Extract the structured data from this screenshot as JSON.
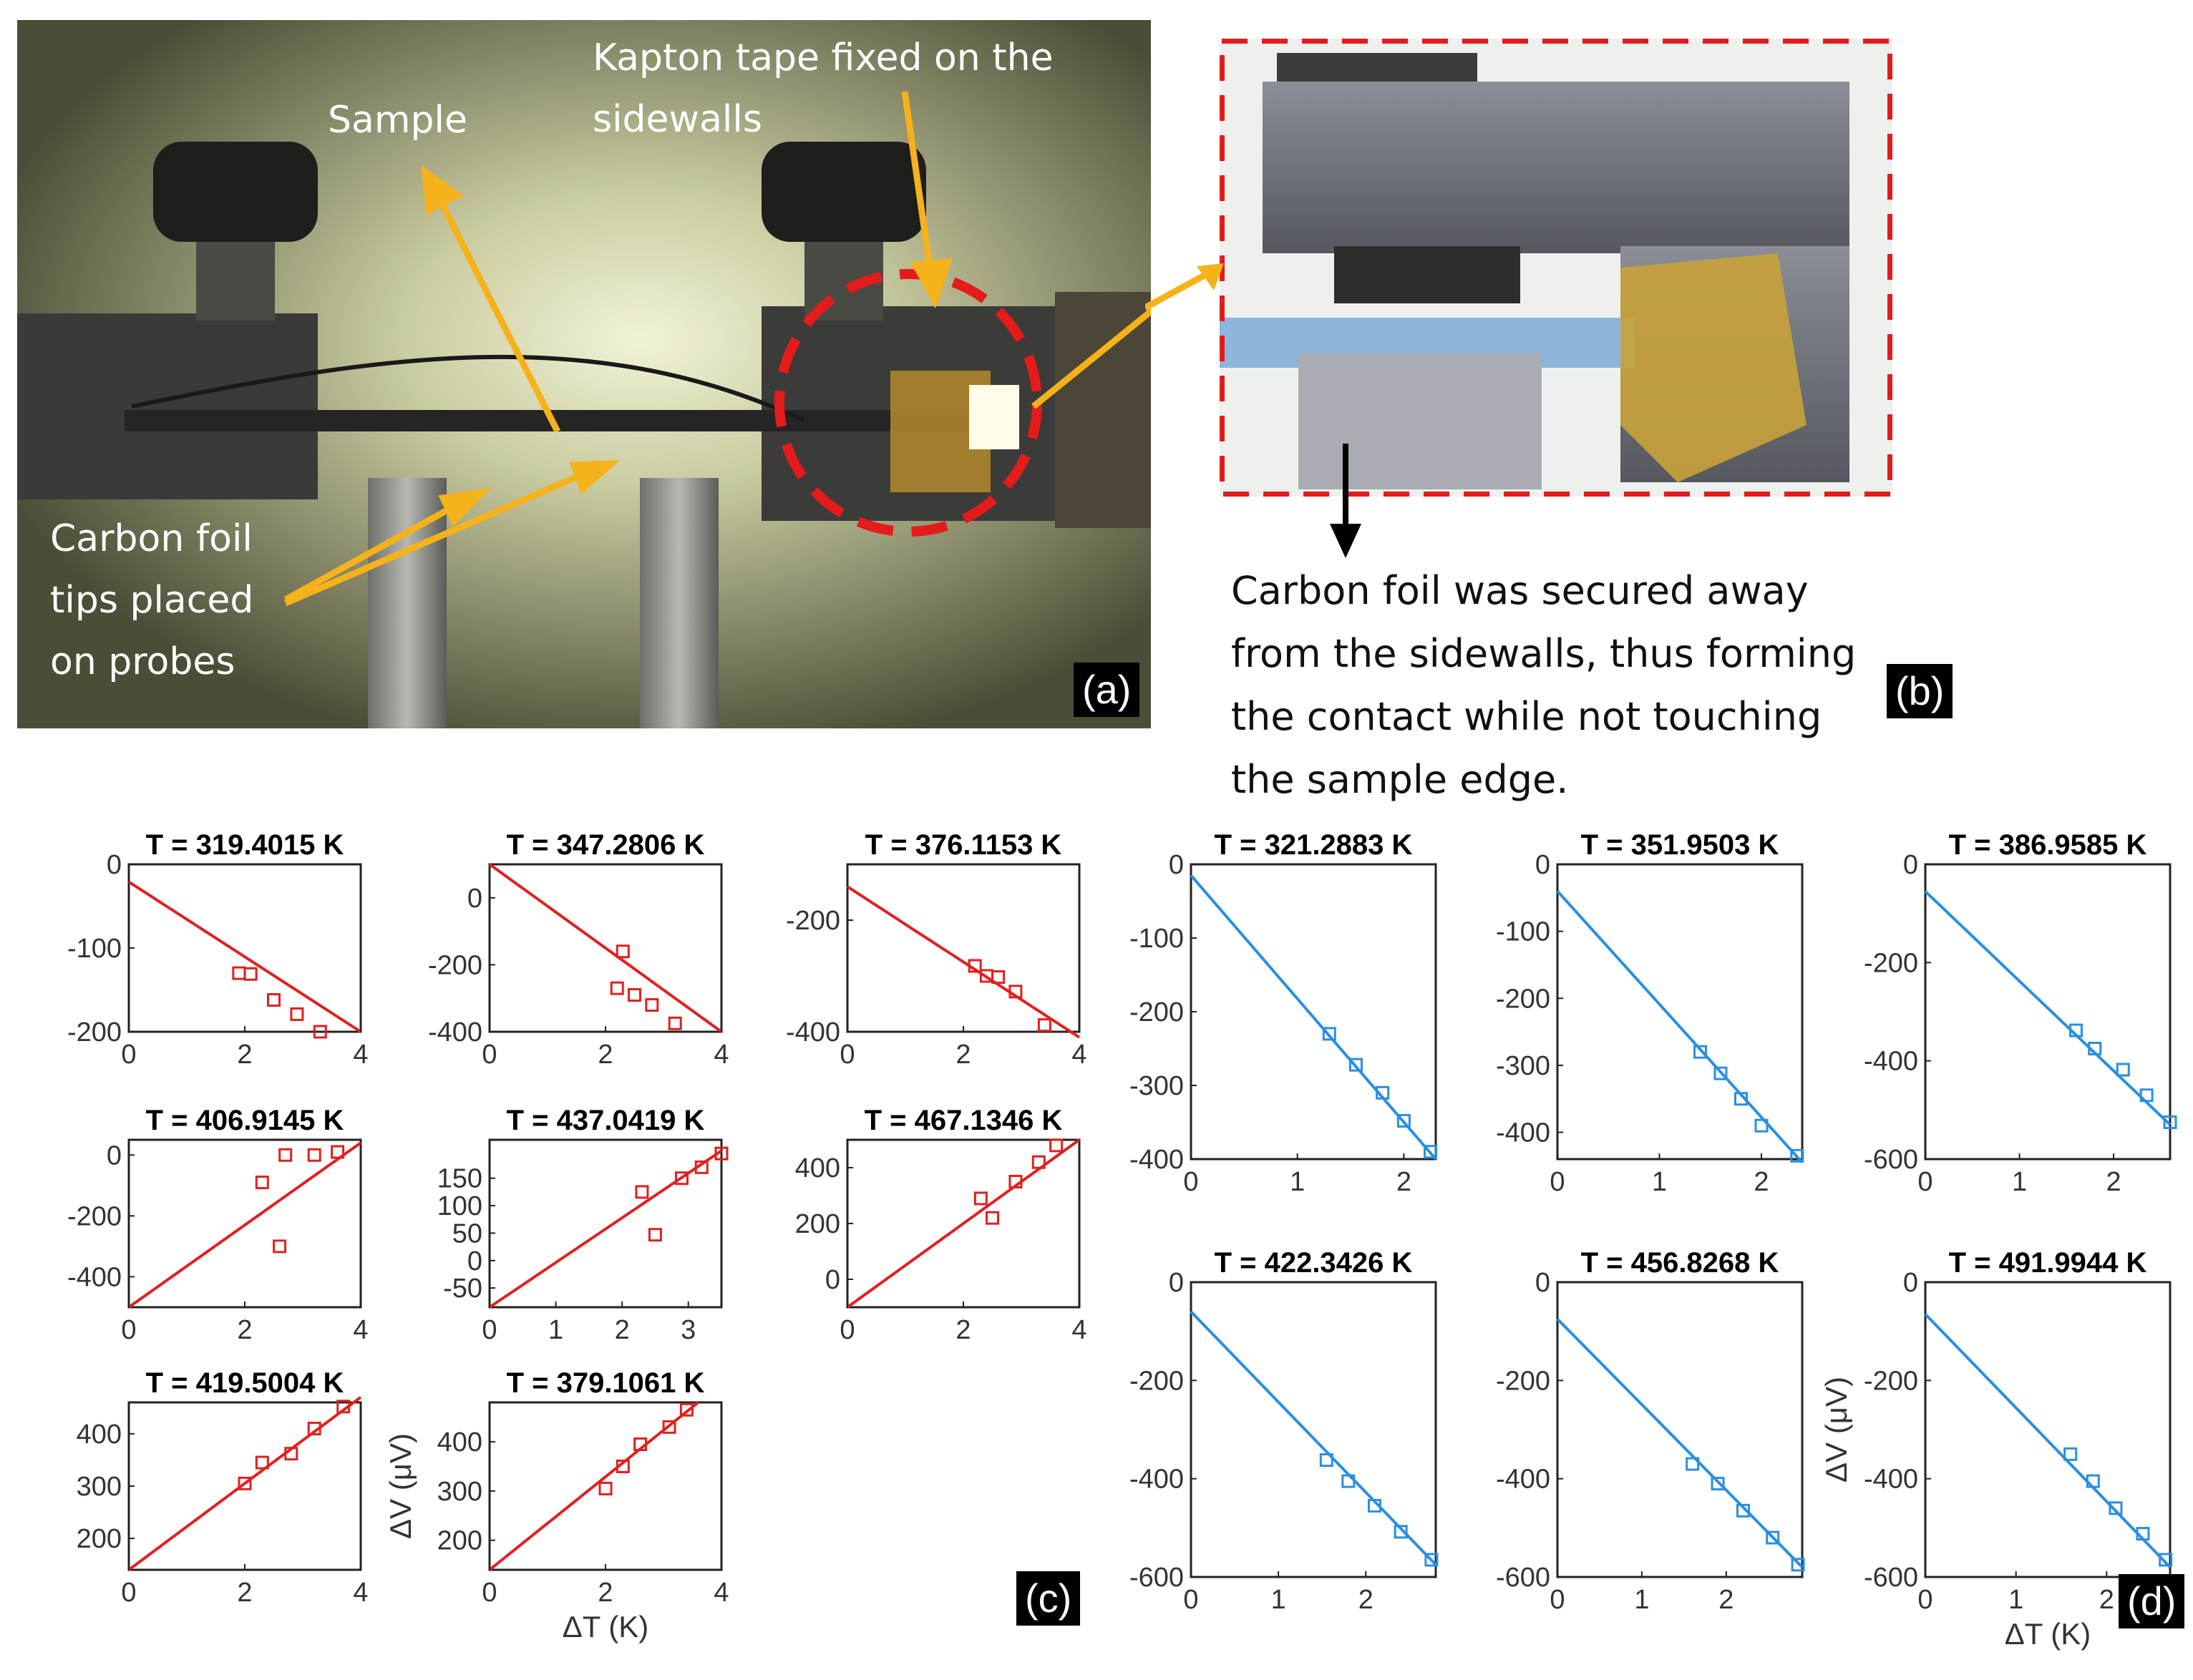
{
  "photo_a": {
    "annotations": {
      "sample": "Sample",
      "kapton": "Kapton tape fixed on the\nsidewalls",
      "carbon": "Carbon foil\ntips placed\non probes"
    },
    "label": "(a)"
  },
  "photo_b": {
    "caption": "Carbon foil was secured away\nfrom the sidewalls, thus forming\nthe contact while not touching\nthe sample edge.",
    "label": "(b)"
  },
  "labels": {
    "c": "(c)",
    "d": "(d)"
  },
  "colors": {
    "red": "#e02020",
    "blue": "#2a8fe0",
    "arrow": "#f5b21a",
    "dash": "#e41b1b"
  },
  "chart_data": [
    {
      "type": "scatter",
      "title": "T = 319.4015 K",
      "color": "red",
      "xlim": [
        0,
        4
      ],
      "ylim": [
        -200,
        0
      ],
      "xticks": [
        "0",
        "2",
        "4"
      ],
      "yticks": [
        "0",
        "-100",
        "-200"
      ],
      "ytickvals": [
        0,
        -100,
        -200
      ],
      "x": [
        1.9,
        2.1,
        2.5,
        2.9,
        3.3
      ],
      "y": [
        -130,
        -131,
        -162,
        -179,
        -200
      ],
      "fit": [
        [
          0,
          -21
        ],
        [
          4,
          -200
        ]
      ]
    },
    {
      "type": "scatter",
      "title": "T = 347.2806 K",
      "color": "red",
      "xlim": [
        0,
        4
      ],
      "ylim": [
        -400,
        100
      ],
      "xticks": [
        "0",
        "2",
        "4"
      ],
      "yticks": [
        "0",
        "-200",
        "-400"
      ],
      "ytickvals": [
        0,
        -200,
        -400
      ],
      "x": [
        2.2,
        2.3,
        2.5,
        2.8,
        3.2
      ],
      "y": [
        -270,
        -160,
        -290,
        -320,
        -375
      ],
      "fit": [
        [
          0,
          100
        ],
        [
          4,
          -400
        ]
      ]
    },
    {
      "type": "scatter",
      "title": "T = 376.1153 K",
      "color": "red",
      "xlim": [
        0,
        4
      ],
      "ylim": [
        -400,
        -100
      ],
      "xticks": [
        "0",
        "2",
        "4"
      ],
      "yticks": [
        "-200",
        "-400"
      ],
      "ytickvals": [
        -200,
        -400
      ],
      "x": [
        2.2,
        2.4,
        2.6,
        2.9,
        3.4
      ],
      "y": [
        -282,
        -300,
        -302,
        -328,
        -388
      ],
      "fit": [
        [
          0,
          -140
        ],
        [
          4,
          -410
        ]
      ]
    },
    {
      "type": "scatter",
      "title": "T = 406.9145 K",
      "color": "red",
      "xlim": [
        0,
        4
      ],
      "ylim": [
        -500,
        50
      ],
      "xticks": [
        "0",
        "2",
        "4"
      ],
      "yticks": [
        "0",
        "-200",
        "-400"
      ],
      "ytickvals": [
        0,
        -200,
        -400
      ],
      "x": [
        2.3,
        2.7,
        2.6,
        3.2,
        3.6
      ],
      "y": [
        -90,
        0,
        -300,
        0,
        10
      ],
      "fit": [
        [
          0,
          -500
        ],
        [
          4,
          40
        ]
      ]
    },
    {
      "type": "scatter",
      "title": "T = 437.0419 K",
      "color": "red",
      "xlim": [
        0,
        3.5
      ],
      "ylim": [
        -85,
        220
      ],
      "xticks": [
        "0",
        "1",
        "2",
        "3"
      ],
      "yticks": [
        "150",
        "100",
        "50",
        "0",
        "-50"
      ],
      "ytickvals": [
        150,
        100,
        50,
        0,
        -50
      ],
      "xtickvals": [
        0,
        1,
        2,
        3
      ],
      "x": [
        2.3,
        2.5,
        2.9,
        3.2,
        3.5
      ],
      "y": [
        125,
        47,
        150,
        170,
        195
      ],
      "fit": [
        [
          0,
          -85
        ],
        [
          3.5,
          200
        ]
      ]
    },
    {
      "type": "scatter",
      "title": "T = 467.1346 K",
      "color": "red",
      "xlim": [
        0,
        4
      ],
      "ylim": [
        -100,
        500
      ],
      "xticks": [
        "0",
        "2",
        "4"
      ],
      "yticks": [
        "400",
        "200",
        "0"
      ],
      "ytickvals": [
        400,
        200,
        0
      ],
      "x": [
        2.3,
        2.5,
        2.9,
        3.3,
        3.6
      ],
      "y": [
        290,
        220,
        350,
        420,
        480
      ],
      "fit": [
        [
          0,
          -100
        ],
        [
          4,
          500
        ]
      ]
    },
    {
      "type": "scatter",
      "title": "T = 419.5004 K",
      "color": "red",
      "xlim": [
        0,
        4
      ],
      "ylim": [
        140,
        460
      ],
      "xticks": [
        "0",
        "2",
        "4"
      ],
      "yticks": [
        "400",
        "300",
        "200"
      ],
      "ytickvals": [
        400,
        300,
        200
      ],
      "x": [
        2.0,
        2.3,
        2.8,
        3.2,
        3.7
      ],
      "y": [
        305,
        345,
        362,
        410,
        452
      ],
      "fit": [
        [
          0,
          140
        ],
        [
          4,
          470
        ]
      ]
    },
    {
      "type": "scatter",
      "title": "T = 379.1061 K",
      "color": "red",
      "xlim": [
        0,
        4
      ],
      "ylim": [
        140,
        480
      ],
      "xticks": [
        "0",
        "2",
        "4"
      ],
      "yticks": [
        "400",
        "300",
        "200"
      ],
      "ytickvals": [
        400,
        300,
        200
      ],
      "ylabel": "ΔV (μV)",
      "xlabel": "ΔT (K)",
      "x": [
        2.0,
        2.3,
        2.6,
        3.1,
        3.4
      ],
      "y": [
        305,
        350,
        395,
        430,
        465
      ],
      "fit": [
        [
          0,
          140
        ],
        [
          3.6,
          480
        ]
      ]
    },
    {
      "type": "scatter",
      "title": "T = 321.2883 K",
      "color": "blue",
      "xlim": [
        0,
        2.3
      ],
      "ylim": [
        -400,
        0
      ],
      "xticks": [
        "0",
        "1",
        "2"
      ],
      "xtickvals": [
        0,
        1,
        2
      ],
      "yticks": [
        "0",
        "-100",
        "-200",
        "-300",
        "-400"
      ],
      "ytickvals": [
        0,
        -100,
        -200,
        -300,
        -400
      ],
      "x": [
        1.3,
        1.55,
        1.8,
        2.0,
        2.25
      ],
      "y": [
        -230,
        -272,
        -310,
        -348,
        -390
      ],
      "fit": [
        [
          0,
          -15
        ],
        [
          2.3,
          -400
        ]
      ]
    },
    {
      "type": "scatter",
      "title": "T = 351.9503 K",
      "color": "blue",
      "xlim": [
        0,
        2.4
      ],
      "ylim": [
        -440,
        0
      ],
      "xticks": [
        "0",
        "1",
        "2"
      ],
      "xtickvals": [
        0,
        1,
        2
      ],
      "yticks": [
        "0",
        "-100",
        "-200",
        "-300",
        "-400"
      ],
      "ytickvals": [
        0,
        -100,
        -200,
        -300,
        -400
      ],
      "x": [
        1.4,
        1.6,
        1.8,
        2.0,
        2.35
      ],
      "y": [
        -280,
        -312,
        -350,
        -390,
        -435
      ],
      "fit": [
        [
          0,
          -40
        ],
        [
          2.4,
          -445
        ]
      ]
    },
    {
      "type": "scatter",
      "title": "T = 386.9585 K",
      "color": "blue",
      "xlim": [
        0,
        2.6
      ],
      "ylim": [
        -600,
        0
      ],
      "xticks": [
        "0",
        "1",
        "2"
      ],
      "xtickvals": [
        0,
        1,
        2
      ],
      "yticks": [
        "0",
        "-200",
        "-400",
        "-600"
      ],
      "ytickvals": [
        0,
        -200,
        -400,
        -600
      ],
      "x": [
        1.6,
        1.8,
        2.1,
        2.35,
        2.6
      ],
      "y": [
        -338,
        -375,
        -418,
        -470,
        -525
      ],
      "fit": [
        [
          0,
          -55
        ],
        [
          2.6,
          -530
        ]
      ]
    },
    {
      "type": "scatter",
      "title": "T = 422.3426 K",
      "color": "blue",
      "xlim": [
        0,
        2.8
      ],
      "ylim": [
        -600,
        0
      ],
      "xticks": [
        "0",
        "1",
        "2"
      ],
      "xtickvals": [
        0,
        1,
        2
      ],
      "yticks": [
        "0",
        "-200",
        "-400",
        "-600"
      ],
      "ytickvals": [
        0,
        -200,
        -400,
        -600
      ],
      "x": [
        1.55,
        1.8,
        2.1,
        2.4,
        2.75
      ],
      "y": [
        -362,
        -405,
        -455,
        -508,
        -565
      ],
      "fit": [
        [
          0,
          -60
        ],
        [
          2.8,
          -575
        ]
      ]
    },
    {
      "type": "scatter",
      "title": "T = 456.8268 K",
      "color": "blue",
      "xlim": [
        0,
        2.9
      ],
      "ylim": [
        -600,
        0
      ],
      "xticks": [
        "0",
        "1",
        "2"
      ],
      "xtickvals": [
        0,
        1,
        2
      ],
      "yticks": [
        "0",
        "-200",
        "-400",
        "-600"
      ],
      "ytickvals": [
        0,
        -200,
        -400,
        -600
      ],
      "x": [
        1.6,
        1.9,
        2.2,
        2.55,
        2.85
      ],
      "y": [
        -370,
        -410,
        -465,
        -520,
        -575
      ],
      "fit": [
        [
          0,
          -75
        ],
        [
          2.9,
          -580
        ]
      ]
    },
    {
      "type": "scatter",
      "title": "T = 491.9944 K",
      "color": "blue",
      "xlim": [
        0,
        2.7
      ],
      "ylim": [
        -600,
        0
      ],
      "xticks": [
        "0",
        "1",
        "2"
      ],
      "xtickvals": [
        0,
        1,
        2
      ],
      "yticks": [
        "0",
        "-200",
        "-400",
        "-600"
      ],
      "ytickvals": [
        0,
        -200,
        -400,
        -600
      ],
      "ylabel": "ΔV (μV)",
      "xlabel": "ΔT (K)",
      "x": [
        1.6,
        1.85,
        2.1,
        2.4,
        2.65
      ],
      "y": [
        -350,
        -405,
        -460,
        -512,
        -565
      ],
      "fit": [
        [
          0,
          -65
        ],
        [
          2.7,
          -580
        ]
      ]
    }
  ]
}
